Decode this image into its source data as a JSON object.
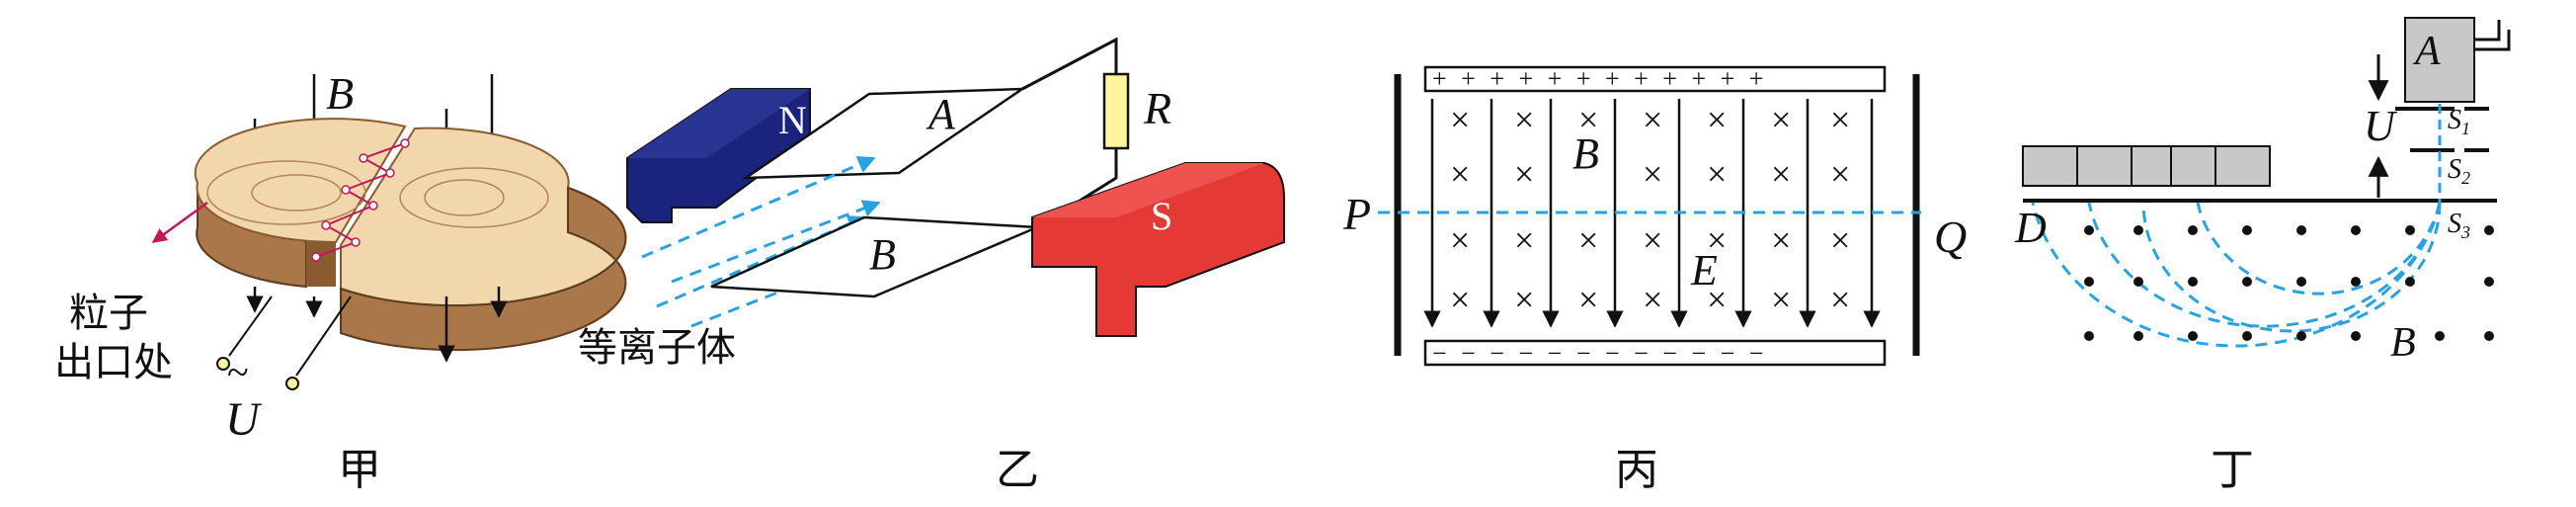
{
  "panels": {
    "jia": {
      "caption": "甲",
      "label_B": "B",
      "particle_exit_line1": "粒子",
      "particle_exit_line2": "出口处",
      "voltage_U": "U",
      "voltage_tilde": "~"
    },
    "yi": {
      "caption": "乙",
      "magnet_N": "N",
      "magnet_S": "S",
      "plate_A": "A",
      "plate_B": "B",
      "resistor_R": "R",
      "plasma_label": "等离子体",
      "colors": {
        "north": "#1a237e",
        "south": "#e53935",
        "resistor": "#fff59d",
        "beam": "#29a3e0"
      }
    },
    "bing": {
      "caption": "丙",
      "label_P": "P",
      "label_Q": "Q",
      "label_B": "B",
      "label_E": "E",
      "top_plate_text": "+ + + + + + + + + + + +",
      "bottom_plate_text": "− − − − − − − − − − − −"
    },
    "ding": {
      "caption": "丁",
      "label_A": "A",
      "label_U": "U",
      "label_D": "D",
      "label_B": "B",
      "label_S1": "S",
      "sub_1": "1",
      "label_S2": "S",
      "sub_2": "2",
      "label_S3": "S",
      "sub_3": "3"
    }
  }
}
